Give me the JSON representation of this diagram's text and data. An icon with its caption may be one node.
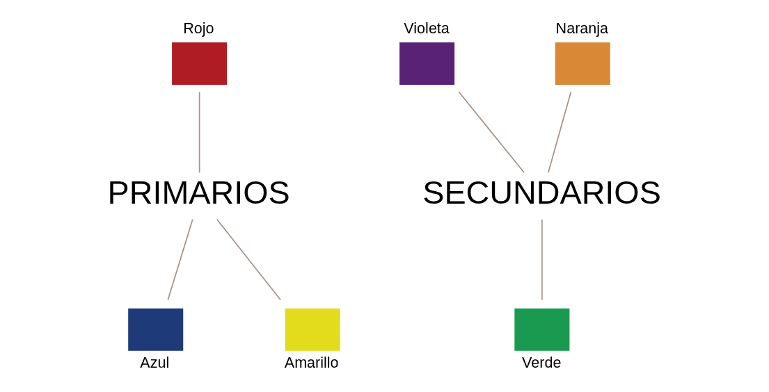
{
  "diagram": {
    "nodes": [
      {
        "text": [
          "Rojo"
        ]
      },
      {
        "text": [
          "PRIMARIOS"
        ]
      },
      {
        "text": [
          "Azul"
        ]
      },
      {
        "text": [
          "Amarillo"
        ]
      },
      {
        "text": [
          "Violeta"
        ]
      },
      {
        "text": [
          "Naranja"
        ]
      },
      {
        "text": [
          "SECUNDARIOS"
        ]
      },
      {
        "text": [
          "Verde"
        ]
      }
    ],
    "edges": [
      {
        "from": 0,
        "to": 1,
        "arrow": "none"
      },
      {
        "from": 1,
        "to": 2,
        "arrow": "none"
      },
      {
        "from": 1,
        "to": 3,
        "arrow": "none"
      },
      {
        "from": 4,
        "to": 6,
        "arrow": "none"
      },
      {
        "from": 5,
        "to": 6,
        "arrow": "none"
      },
      {
        "from": 6,
        "to": 7,
        "arrow": "none"
      }
    ]
  }
}
